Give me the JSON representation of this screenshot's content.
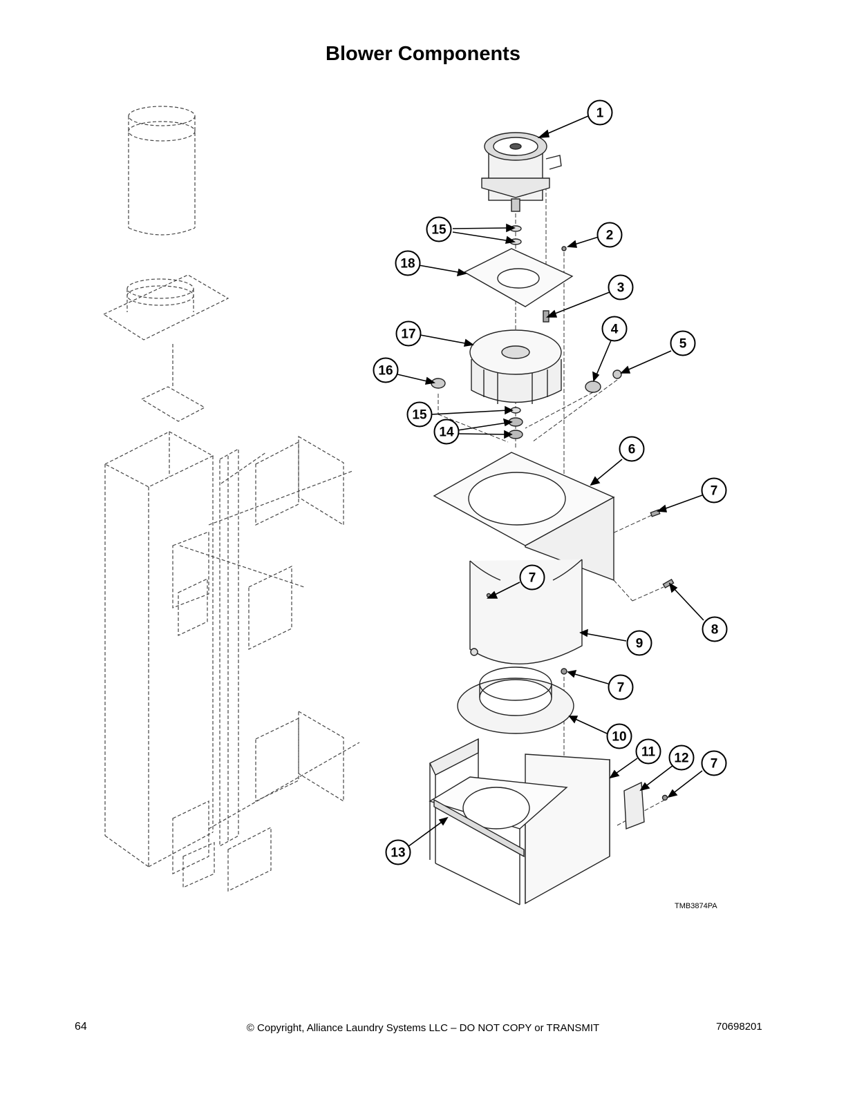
{
  "title": "Blower Components",
  "figure_id": "TMB3874PA",
  "footer": {
    "page_number": "64",
    "copyright": "© Copyright, Alliance Laundry Systems LLC – DO NOT COPY or TRANSMIT",
    "doc_number": "70698201"
  },
  "callouts": [
    "1",
    "2",
    "3",
    "4",
    "5",
    "6",
    "7",
    "7",
    "7",
    "7",
    "8",
    "9",
    "10",
    "11",
    "12",
    "13",
    "14",
    "15",
    "15",
    "16",
    "17",
    "18"
  ]
}
